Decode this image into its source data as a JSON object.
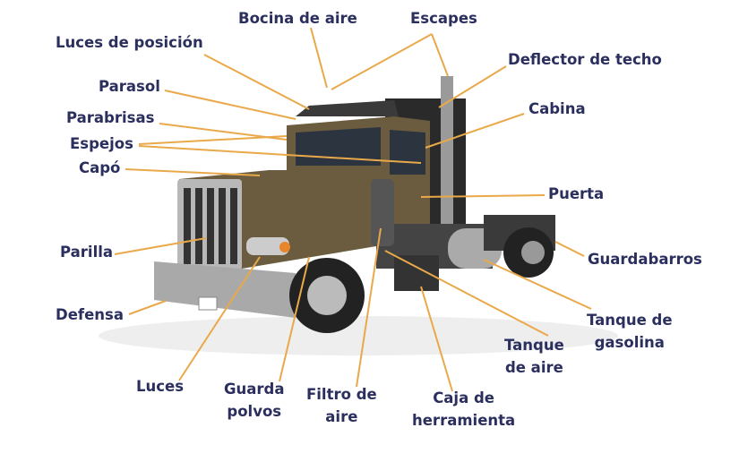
{
  "colors": {
    "text": "#2b2f5e",
    "leader": "#e9a94a",
    "truck_body": "#6b5b3f"
  },
  "labels": {
    "bocina": "Bocina de aire",
    "escapes": "Escapes",
    "luces_posicion": "Luces de posición",
    "deflector": "Deflector de techo",
    "parasol": "Parasol",
    "cabina": "Cabina",
    "parabrisas": "Parabrisas",
    "espejos": "Espejos",
    "capo": "Capó",
    "puerta": "Puerta",
    "parilla": "Parilla",
    "guardabarros": "Guardabarros",
    "defensa": "Defensa",
    "tanque_gasolina": [
      "Tanque de",
      "gasolina"
    ],
    "tanque_aire": [
      "Tanque",
      "de aire"
    ],
    "luces": "Luces",
    "guarda_polvos": [
      "Guarda",
      "polvos"
    ],
    "filtro_aire": [
      "Filtro de",
      "aire"
    ],
    "caja_herramienta": [
      "Caja de",
      "herramienta"
    ]
  }
}
